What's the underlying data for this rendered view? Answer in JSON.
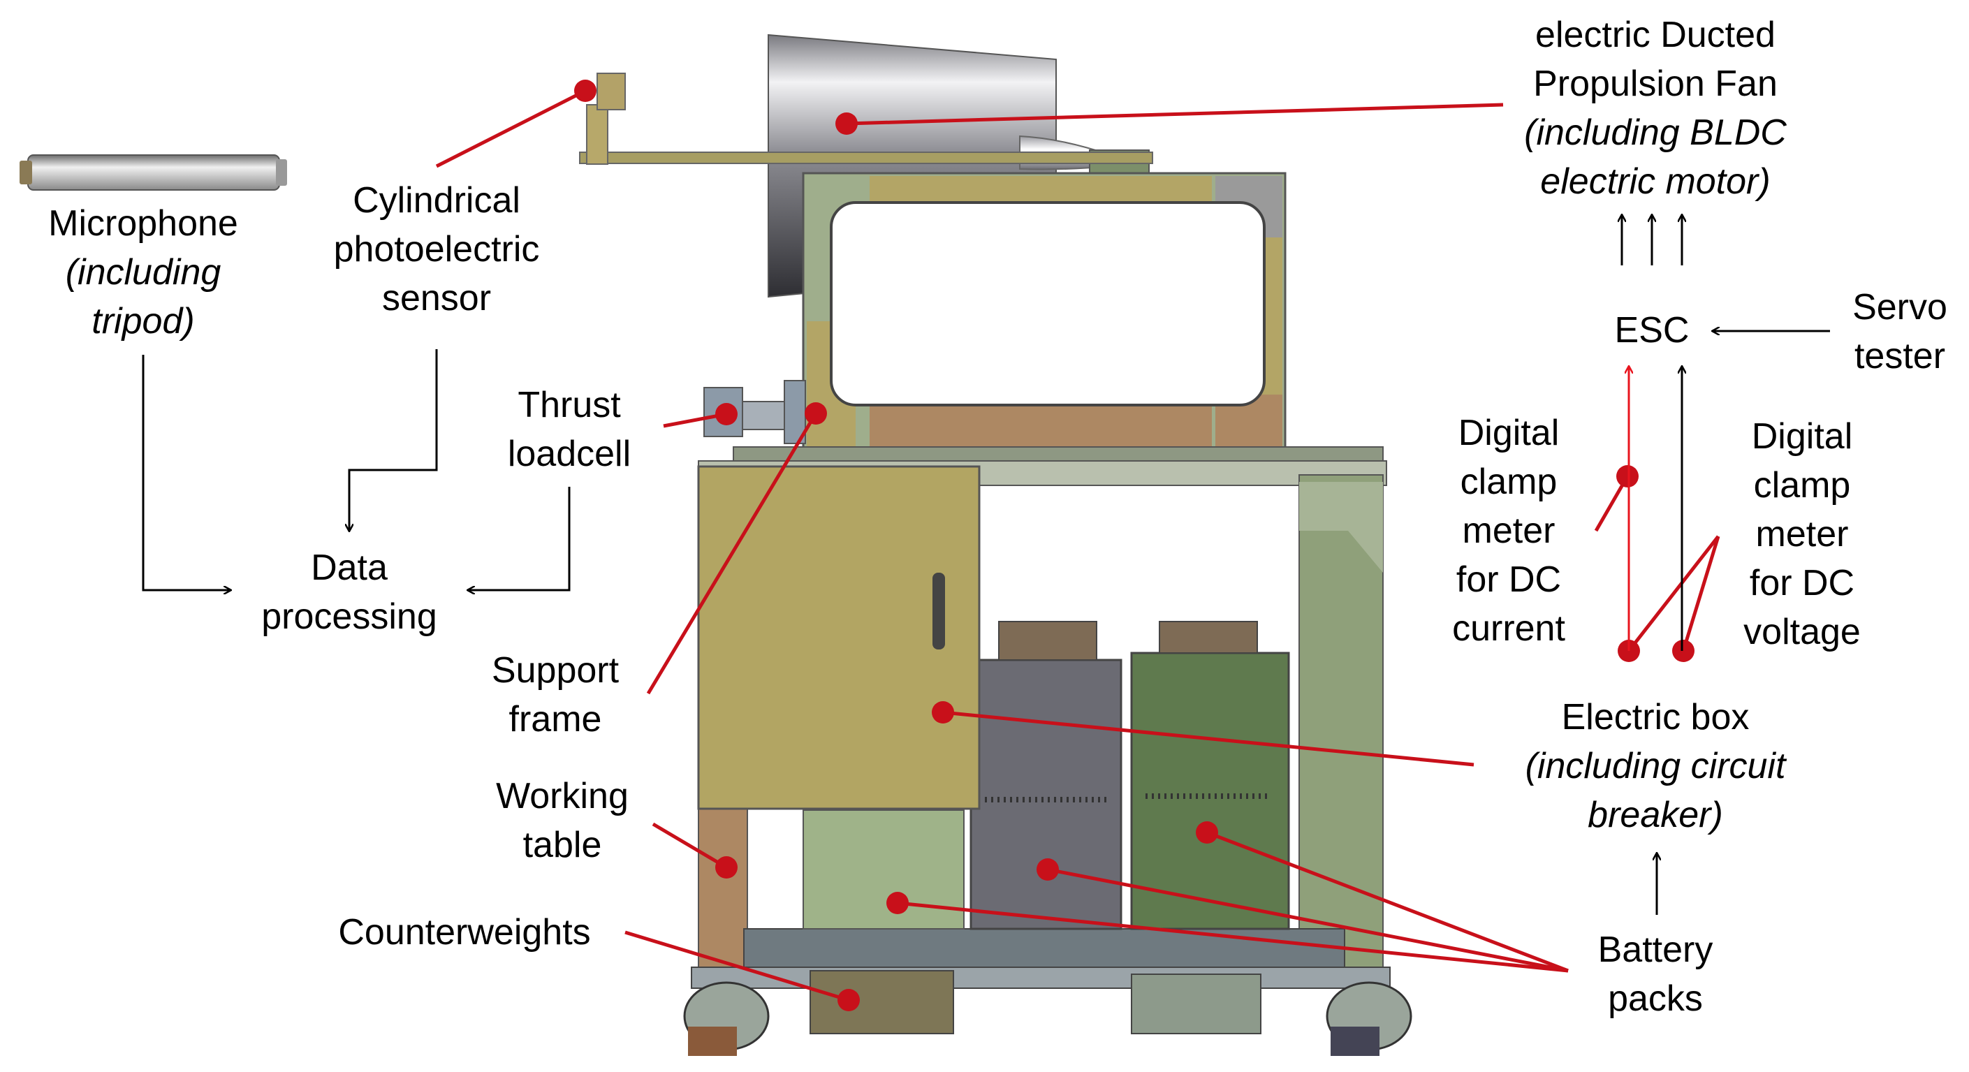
{
  "colors": {
    "callout": "#c8101a",
    "arrow": "#000000",
    "red_wire": "#e8141e",
    "frame_green": "#9fae8c",
    "frame_tan": "#b3a566",
    "frame_brown": "#ad8863",
    "battery_dark": "#6b6b73",
    "battery_green": "#5f7a4e",
    "box_tan": "#b2a563"
  },
  "labels": {
    "microphone": {
      "line1": "Microphone",
      "line2": "(including",
      "line3": "tripod)"
    },
    "sensor": {
      "line1": "Cylindrical",
      "line2": "photoelectric",
      "line3": "sensor"
    },
    "thrust": {
      "line1": "Thrust",
      "line2": "loadcell"
    },
    "data": {
      "line1": "Data",
      "line2": "processing"
    },
    "support": {
      "line1": "Support",
      "line2": "frame"
    },
    "working": {
      "line1": "Working",
      "line2": "table"
    },
    "counterweights": {
      "line1": "Counterweights"
    },
    "fan": {
      "line1": "electric Ducted",
      "line2": "Propulsion Fan",
      "line3": "(including BLDC",
      "line4": "electric motor)"
    },
    "esc": {
      "line1": "ESC"
    },
    "servo": {
      "line1": "Servo",
      "line2": "tester"
    },
    "clamp_current": {
      "line1": "Digital",
      "line2": "clamp",
      "line3": "meter",
      "line4": "for DC",
      "line5": "current"
    },
    "clamp_voltage": {
      "line1": "Digital",
      "line2": "clamp",
      "line3": "meter",
      "line4": "for DC",
      "line5": "voltage"
    },
    "electric_box": {
      "line1": "Electric box",
      "line2": "(including circuit",
      "line3": "breaker)"
    },
    "battery": {
      "line1": "Battery",
      "line2": "packs"
    }
  }
}
